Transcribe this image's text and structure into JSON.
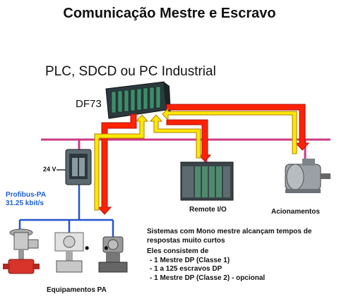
{
  "title": "Comunicação  Mestre e Escravo",
  "subtitle": "PLC, SDCD ou PC Industrial",
  "labels": {
    "plc": "DF73",
    "power": "24 V",
    "profibus_name": "Profibus-PA",
    "profibus_rate": "31.25 kbit/s",
    "remote_io": "Remote I/O",
    "drives": "Acionamentos",
    "pa_equipment": "Equipamentos PA"
  },
  "info": {
    "line1": "Sistemas com Mono mestre alcançam tempos de",
    "line2": "respostas muito curtos",
    "heading": "Eles consistem de",
    "bullets": [
      "- 1 Mestre DP (Classe 1)",
      "- 1 a 125 escravos DP",
      "- 1 Mestre DP (Classe 2) - opcional"
    ]
  },
  "dots": "• •",
  "colors": {
    "bus": "#cc3a86",
    "profibus_pa": "#2255cc",
    "request_arrow": "#ff2200",
    "response_arrow": "#ffe800",
    "arrow_outline": "#b01010"
  }
}
